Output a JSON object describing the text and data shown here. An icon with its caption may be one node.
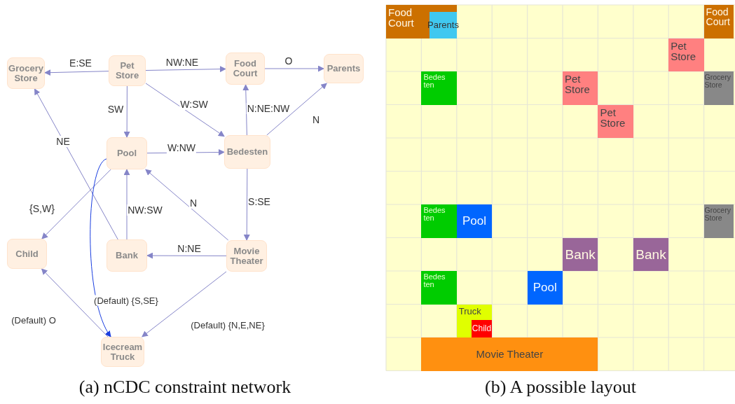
{
  "diagram": {
    "nodes": [
      {
        "text": [
          "Grocery Store"
        ]
      },
      {
        "text": [
          "Pet Store"
        ]
      },
      {
        "text": [
          "Food Court"
        ]
      },
      {
        "text": [
          "Parents"
        ]
      },
      {
        "text": [
          "Pool"
        ]
      },
      {
        "text": [
          "Bedesten"
        ]
      },
      {
        "text": [
          "Child"
        ]
      },
      {
        "text": [
          "Bank"
        ]
      },
      {
        "text": [
          "Movie Theater"
        ]
      },
      {
        "text": [
          "Icecream Truck"
        ]
      },
      {
        "text": [
          "Food Court"
        ]
      },
      {
        "text": [
          "Parents"
        ],
        "in": 10
      },
      {
        "text": [
          "Food Court"
        ]
      },
      {
        "text": [
          "Pet Store"
        ]
      },
      {
        "text": [
          "Bedesten"
        ]
      },
      {
        "text": [
          "Pet Store"
        ]
      },
      {
        "text": [
          "Grocery Store"
        ]
      },
      {
        "text": [
          "Pet Store"
        ]
      },
      {
        "text": [
          "Bedesten"
        ]
      },
      {
        "text": [
          "Pool"
        ]
      },
      {
        "text": [
          "Grocery Store"
        ]
      },
      {
        "text": [
          "Bank"
        ]
      },
      {
        "text": [
          "Bank"
        ]
      },
      {
        "text": [
          "Bedesten"
        ]
      },
      {
        "text": [
          "Pool"
        ]
      },
      {
        "text": [
          "Truck"
        ]
      },
      {
        "text": [
          "Child"
        ],
        "in": 25
      },
      {
        "text": [
          "Movie Theater"
        ]
      }
    ],
    "edges": [
      {
        "from": 1,
        "to": 0,
        "arrow": "to",
        "label": "E:SE"
      },
      {
        "from": 1,
        "to": 2,
        "arrow": "to",
        "label": "NW:NE"
      },
      {
        "from": 2,
        "to": 3,
        "arrow": "to",
        "label": "O"
      },
      {
        "from": 1,
        "to": 4,
        "arrow": "to",
        "label": "SW"
      },
      {
        "from": 1,
        "to": 5,
        "arrow": "to",
        "label": "W:SW"
      },
      {
        "from": 4,
        "to": 5,
        "arrow": "to",
        "label": "W:NW"
      },
      {
        "from": 5,
        "to": 2,
        "arrow": "to",
        "label": "N:NE:NW"
      },
      {
        "from": 5,
        "to": 3,
        "arrow": "to",
        "label": "N"
      },
      {
        "from": 7,
        "to": 0,
        "arrow": "to",
        "label": "NE"
      },
      {
        "from": 4,
        "to": 6,
        "arrow": "to",
        "label": "{S,W}"
      },
      {
        "from": 7,
        "to": 4,
        "arrow": "to",
        "label": "NW:SW"
      },
      {
        "from": 8,
        "to": 4,
        "arrow": "to",
        "label": "N"
      },
      {
        "from": 5,
        "to": 8,
        "arrow": "to",
        "label": "S:SE"
      },
      {
        "from": 8,
        "to": 7,
        "arrow": "to",
        "label": "N:NE"
      },
      {
        "from": 4,
        "to": 9,
        "arrow": "to",
        "label": "(Default) {S,SE}",
        "color": "#1a3ee0"
      },
      {
        "from": 9,
        "to": 6,
        "arrow": "to",
        "label": "(Default) O"
      },
      {
        "from": 8,
        "to": 9,
        "arrow": "to",
        "label": "(Default) {N,E,NE}"
      }
    ],
    "labels": [
      "(a) nCDC constraint network",
      "(b) A possible layout"
    ]
  }
}
